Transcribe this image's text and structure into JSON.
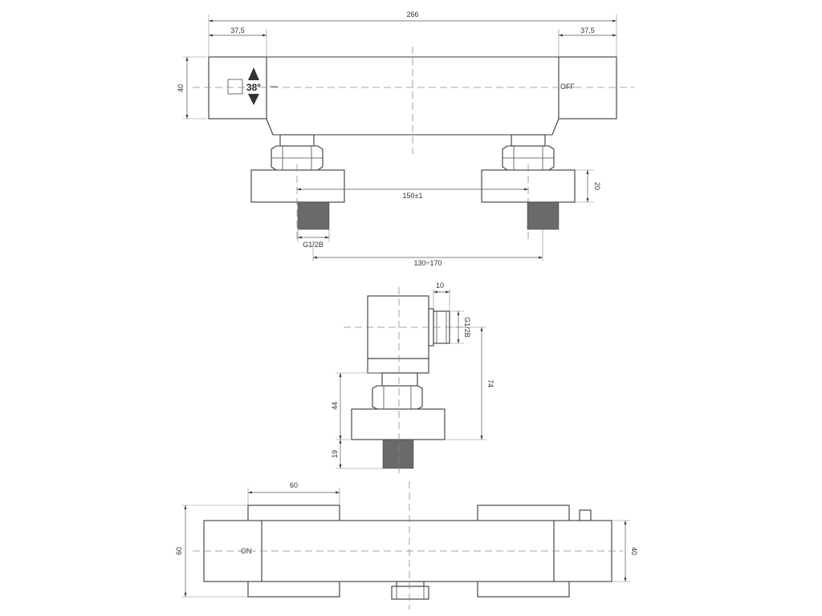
{
  "dimensions": {
    "overall_width": "266",
    "side_block_left": "37,5",
    "side_block_right": "37,5",
    "body_height": "40",
    "connector_spacing": "150±1",
    "connector_height": "20",
    "thread_front": "G1/2B",
    "spacing_range": "130÷170",
    "side_outlet_width": "10",
    "thread_side": "G1/2B",
    "side_height_total": "74",
    "side_height_upper": "44",
    "side_height_lower": "19",
    "top_block_width": "60",
    "top_depth": "60",
    "top_body_height": "40"
  },
  "labels": {
    "temperature": "38°",
    "off": "OFF",
    "on": "ON"
  },
  "colors": {
    "line": "#3a3a3a",
    "centerline": "#8a8a8a",
    "thread_fill": "#6a6a6a"
  }
}
